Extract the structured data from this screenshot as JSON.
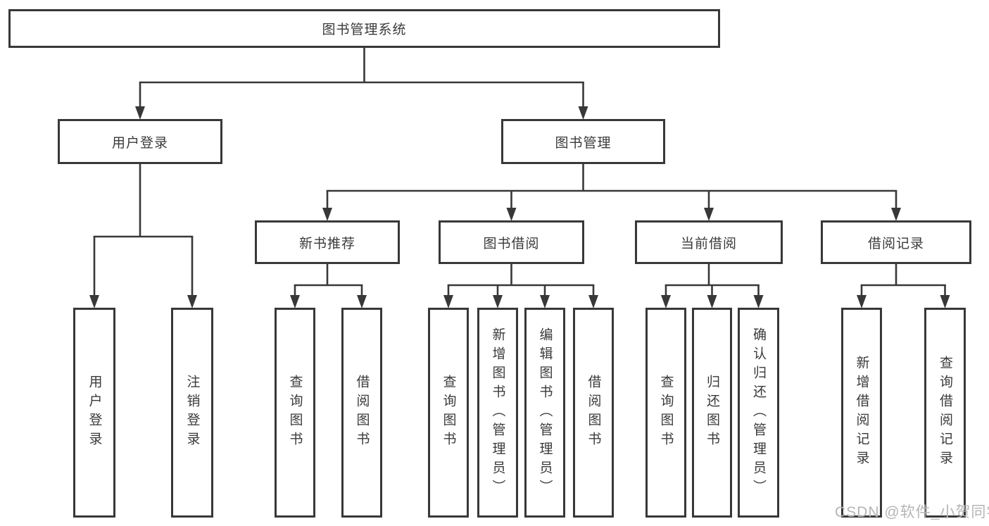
{
  "diagram": {
    "title": "图书管理系统",
    "watermark": "CSDN @软件_小贺同学",
    "colors": {
      "line": "#383838",
      "text": "#3a3a3a",
      "watermark": "#b5b5b5",
      "background": "#ffffff"
    },
    "nodes": [
      {
        "id": "root",
        "label": "图书管理系统",
        "parent": null,
        "orientation": "horizontal"
      },
      {
        "id": "user-login",
        "label": "用户登录",
        "parent": "root",
        "orientation": "horizontal"
      },
      {
        "id": "book-mgmt",
        "label": "图书管理",
        "parent": "root",
        "orientation": "horizontal"
      },
      {
        "id": "new-book-rec",
        "label": "新书推荐",
        "parent": "book-mgmt",
        "orientation": "horizontal"
      },
      {
        "id": "book-borrow",
        "label": "图书借阅",
        "parent": "book-mgmt",
        "orientation": "horizontal"
      },
      {
        "id": "current-borrow",
        "label": "当前借阅",
        "parent": "book-mgmt",
        "orientation": "horizontal"
      },
      {
        "id": "borrow-records",
        "label": "借阅记录",
        "parent": "book-mgmt",
        "orientation": "horizontal"
      },
      {
        "id": "leaf-user-login",
        "label": "用户登录",
        "parent": "user-login",
        "orientation": "vertical"
      },
      {
        "id": "leaf-logout",
        "label": "注销登录",
        "parent": "user-login",
        "orientation": "vertical"
      },
      {
        "id": "leaf-query-book-1",
        "label": "查询图书",
        "parent": "new-book-rec",
        "orientation": "vertical"
      },
      {
        "id": "leaf-borrow-book-1",
        "label": "借阅图书",
        "parent": "new-book-rec",
        "orientation": "vertical"
      },
      {
        "id": "leaf-query-book-2",
        "label": "查询图书",
        "parent": "book-borrow",
        "orientation": "vertical"
      },
      {
        "id": "leaf-add-book",
        "label": "新增图书（管理员）",
        "parent": "book-borrow",
        "orientation": "vertical"
      },
      {
        "id": "leaf-edit-book",
        "label": "编辑图书（管理员）",
        "parent": "book-borrow",
        "orientation": "vertical"
      },
      {
        "id": "leaf-borrow-book-2",
        "label": "借阅图书",
        "parent": "book-borrow",
        "orientation": "vertical"
      },
      {
        "id": "leaf-query-book-3",
        "label": "查询图书",
        "parent": "current-borrow",
        "orientation": "vertical"
      },
      {
        "id": "leaf-return-book",
        "label": "归还图书",
        "parent": "current-borrow",
        "orientation": "vertical"
      },
      {
        "id": "leaf-confirm-return",
        "label": "确认归还（管理员）",
        "parent": "current-borrow",
        "orientation": "vertical"
      },
      {
        "id": "leaf-add-borrow-record",
        "label": "新增借阅记录",
        "parent": "borrow-records",
        "orientation": "vertical"
      },
      {
        "id": "leaf-query-borrow-record",
        "label": "查询借阅记录",
        "parent": "borrow-records",
        "orientation": "vertical"
      }
    ]
  }
}
